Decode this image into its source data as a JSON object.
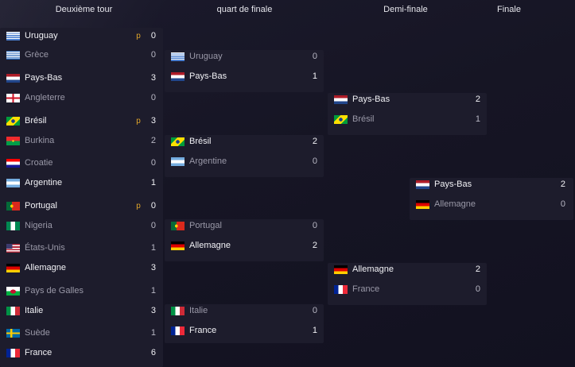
{
  "headers": {
    "round16": "Deuxième tour",
    "quarter": "quart de finale",
    "semi": "Demi-finale",
    "final": "Finale"
  },
  "round16": [
    {
      "teams": [
        {
          "name": "Uruguay",
          "score": "0",
          "pens": "p",
          "flag": "uruguay",
          "winner": true
        },
        {
          "name": "Grèce",
          "score": "0",
          "pens": "",
          "flag": "greece",
          "winner": false
        }
      ]
    },
    {
      "teams": [
        {
          "name": "Pays-Bas",
          "score": "3",
          "pens": "",
          "flag": "netherlands",
          "winner": true
        },
        {
          "name": "Angleterre",
          "score": "0",
          "pens": "",
          "flag": "england",
          "winner": false
        }
      ]
    },
    {
      "teams": [
        {
          "name": "Brésil",
          "score": "3",
          "pens": "p",
          "flag": "brazil",
          "winner": true
        },
        {
          "name": "Burkina",
          "score": "2",
          "pens": "",
          "flag": "burkina",
          "winner": false
        }
      ]
    },
    {
      "teams": [
        {
          "name": "Croatie",
          "score": "0",
          "pens": "",
          "flag": "croatia",
          "winner": false
        },
        {
          "name": "Argentine",
          "score": "1",
          "pens": "",
          "flag": "argentina",
          "winner": true
        }
      ]
    },
    {
      "teams": [
        {
          "name": "Portugal",
          "score": "0",
          "pens": "p",
          "flag": "portugal",
          "winner": true
        },
        {
          "name": "Nigeria",
          "score": "0",
          "pens": "",
          "flag": "nigeria",
          "winner": false
        }
      ]
    },
    {
      "teams": [
        {
          "name": "États-Unis",
          "score": "1",
          "pens": "",
          "flag": "usa",
          "winner": false
        },
        {
          "name": "Allemagne",
          "score": "3",
          "pens": "",
          "flag": "germany",
          "winner": true
        }
      ]
    },
    {
      "teams": [
        {
          "name": "Pays de Galles",
          "score": "1",
          "pens": "",
          "flag": "wales",
          "winner": false
        },
        {
          "name": "Italie",
          "score": "3",
          "pens": "",
          "flag": "italy",
          "winner": true
        }
      ]
    },
    {
      "teams": [
        {
          "name": "Suède",
          "score": "1",
          "pens": "",
          "flag": "sweden",
          "winner": false
        },
        {
          "name": "France",
          "score": "6",
          "pens": "",
          "flag": "france",
          "winner": true
        }
      ]
    }
  ],
  "quarter": [
    {
      "teams": [
        {
          "name": "Uruguay",
          "score": "0",
          "pens": "",
          "flag": "uruguay",
          "winner": false
        },
        {
          "name": "Pays-Bas",
          "score": "1",
          "pens": "",
          "flag": "netherlands",
          "winner": true
        }
      ]
    },
    {
      "teams": [
        {
          "name": "Brésil",
          "score": "2",
          "pens": "",
          "flag": "brazil",
          "winner": true
        },
        {
          "name": "Argentine",
          "score": "0",
          "pens": "",
          "flag": "argentina",
          "winner": false
        }
      ]
    },
    {
      "teams": [
        {
          "name": "Portugal",
          "score": "0",
          "pens": "",
          "flag": "portugal",
          "winner": false
        },
        {
          "name": "Allemagne",
          "score": "2",
          "pens": "",
          "flag": "germany",
          "winner": true
        }
      ]
    },
    {
      "teams": [
        {
          "name": "Italie",
          "score": "0",
          "pens": "",
          "flag": "italy",
          "winner": false
        },
        {
          "name": "France",
          "score": "1",
          "pens": "",
          "flag": "france",
          "winner": true
        }
      ]
    }
  ],
  "semi": [
    {
      "teams": [
        {
          "name": "Pays-Bas",
          "score": "2",
          "pens": "",
          "flag": "netherlands",
          "winner": true
        },
        {
          "name": "Brésil",
          "score": "1",
          "pens": "",
          "flag": "brazil",
          "winner": false
        }
      ]
    },
    {
      "teams": [
        {
          "name": "Allemagne",
          "score": "2",
          "pens": "",
          "flag": "germany",
          "winner": true
        },
        {
          "name": "France",
          "score": "0",
          "pens": "",
          "flag": "france",
          "winner": false
        }
      ]
    }
  ],
  "final": [
    {
      "teams": [
        {
          "name": "Pays-Bas",
          "score": "2",
          "pens": "",
          "flag": "netherlands",
          "winner": true
        },
        {
          "name": "Allemagne",
          "score": "0",
          "pens": "",
          "flag": "germany",
          "winner": false
        }
      ]
    }
  ]
}
